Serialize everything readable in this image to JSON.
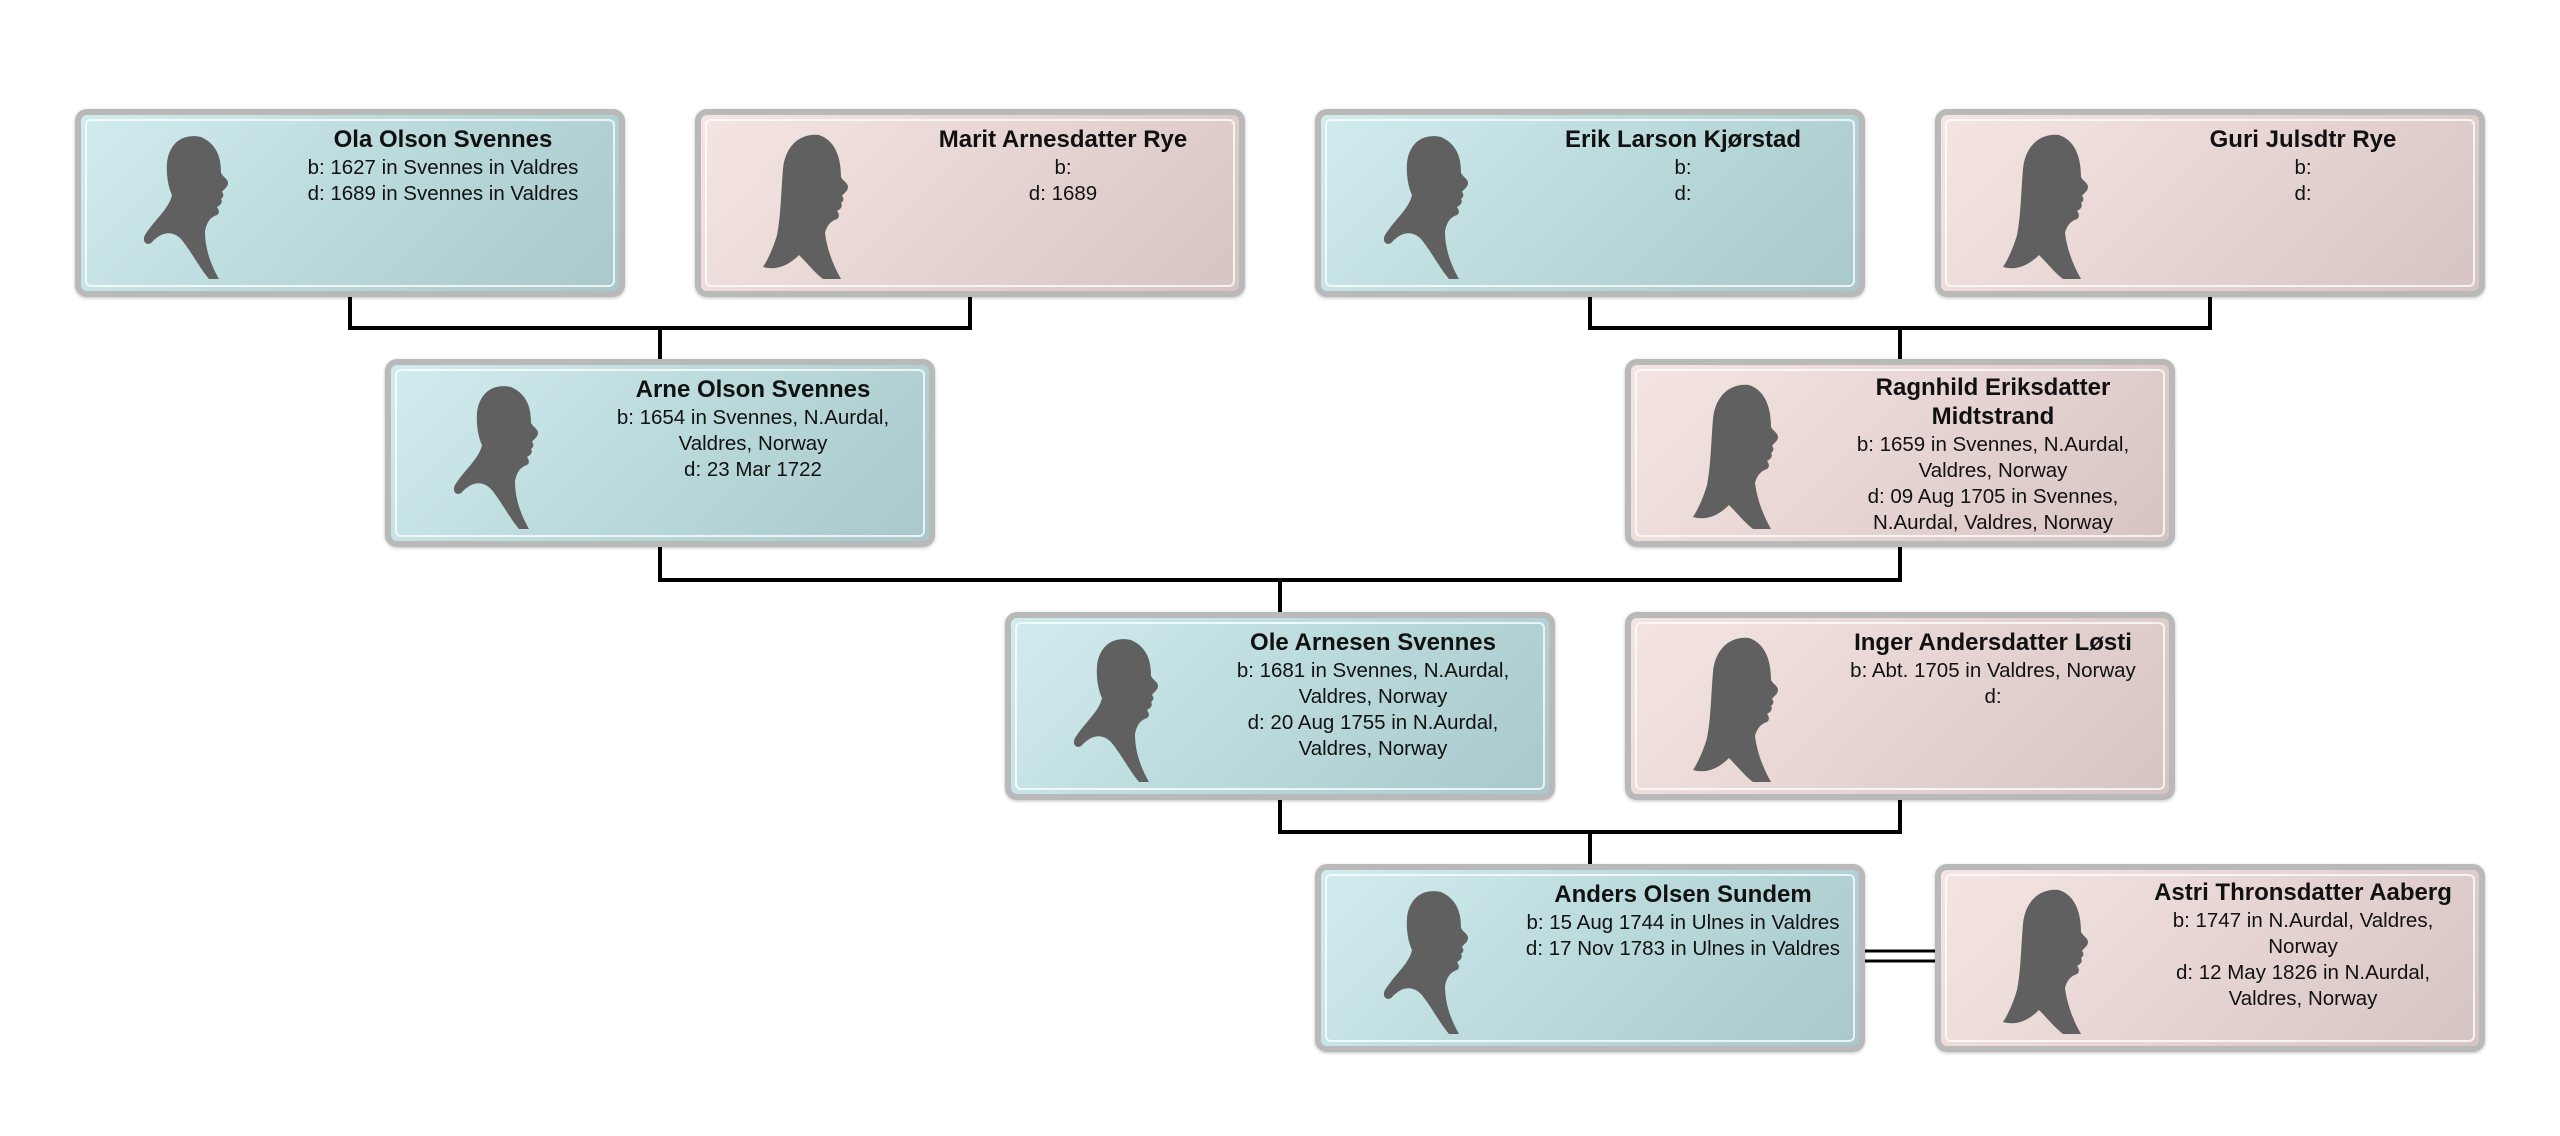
{
  "colors": {
    "male_card": "#bcdadc",
    "female_card": "#e8d6d4",
    "card_border": "#b9b9b9",
    "silhouette": "#606060",
    "connector": "#000000"
  },
  "people": {
    "ola": {
      "name": "Ola Olson Svennes",
      "born": "b: 1627 in Svennes in Valdres",
      "died": "d: 1689 in Svennes in Valdres"
    },
    "marit": {
      "name": "Marit Arnesdatter Rye",
      "born": "b:",
      "died": "d: 1689"
    },
    "erik": {
      "name": "Erik Larson Kjørstad",
      "born": "b:",
      "died": "d:"
    },
    "guri": {
      "name": "Guri Julsdtr Rye",
      "born": "b:",
      "died": "d:"
    },
    "arne": {
      "name": "Arne Olson Svennes",
      "born": "b: 1654 in Svennes, N.Aurdal, Valdres, Norway",
      "died": "d: 23 Mar 1722"
    },
    "ragnhild": {
      "name": "Ragnhild Eriksdatter Midtstrand",
      "born": "b: 1659 in Svennes, N.Aurdal, Valdres, Norway",
      "died": "d: 09 Aug 1705 in Svennes, N.Aurdal, Valdres, Norway"
    },
    "ole": {
      "name": "Ole Arnesen Svennes",
      "born": "b: 1681 in Svennes, N.Aurdal, Valdres, Norway",
      "died": "d: 20 Aug 1755 in N.Aurdal, Valdres, Norway"
    },
    "inger": {
      "name": "Inger Andersdatter Løsti",
      "born": "b: Abt. 1705 in Valdres, Norway",
      "died": "d:"
    },
    "anders": {
      "name": "Anders Olsen Sundem",
      "born": "b: 15 Aug 1744 in Ulnes in Valdres",
      "died": "d: 17 Nov 1783 in Ulnes in Valdres"
    },
    "astri": {
      "name": "Astri Thronsdatter Aaberg",
      "born": "b: 1747 in N.Aurdal, Valdres, Norway",
      "died": "d: 12 May 1826 in N.Aurdal, Valdres, Norway"
    }
  }
}
